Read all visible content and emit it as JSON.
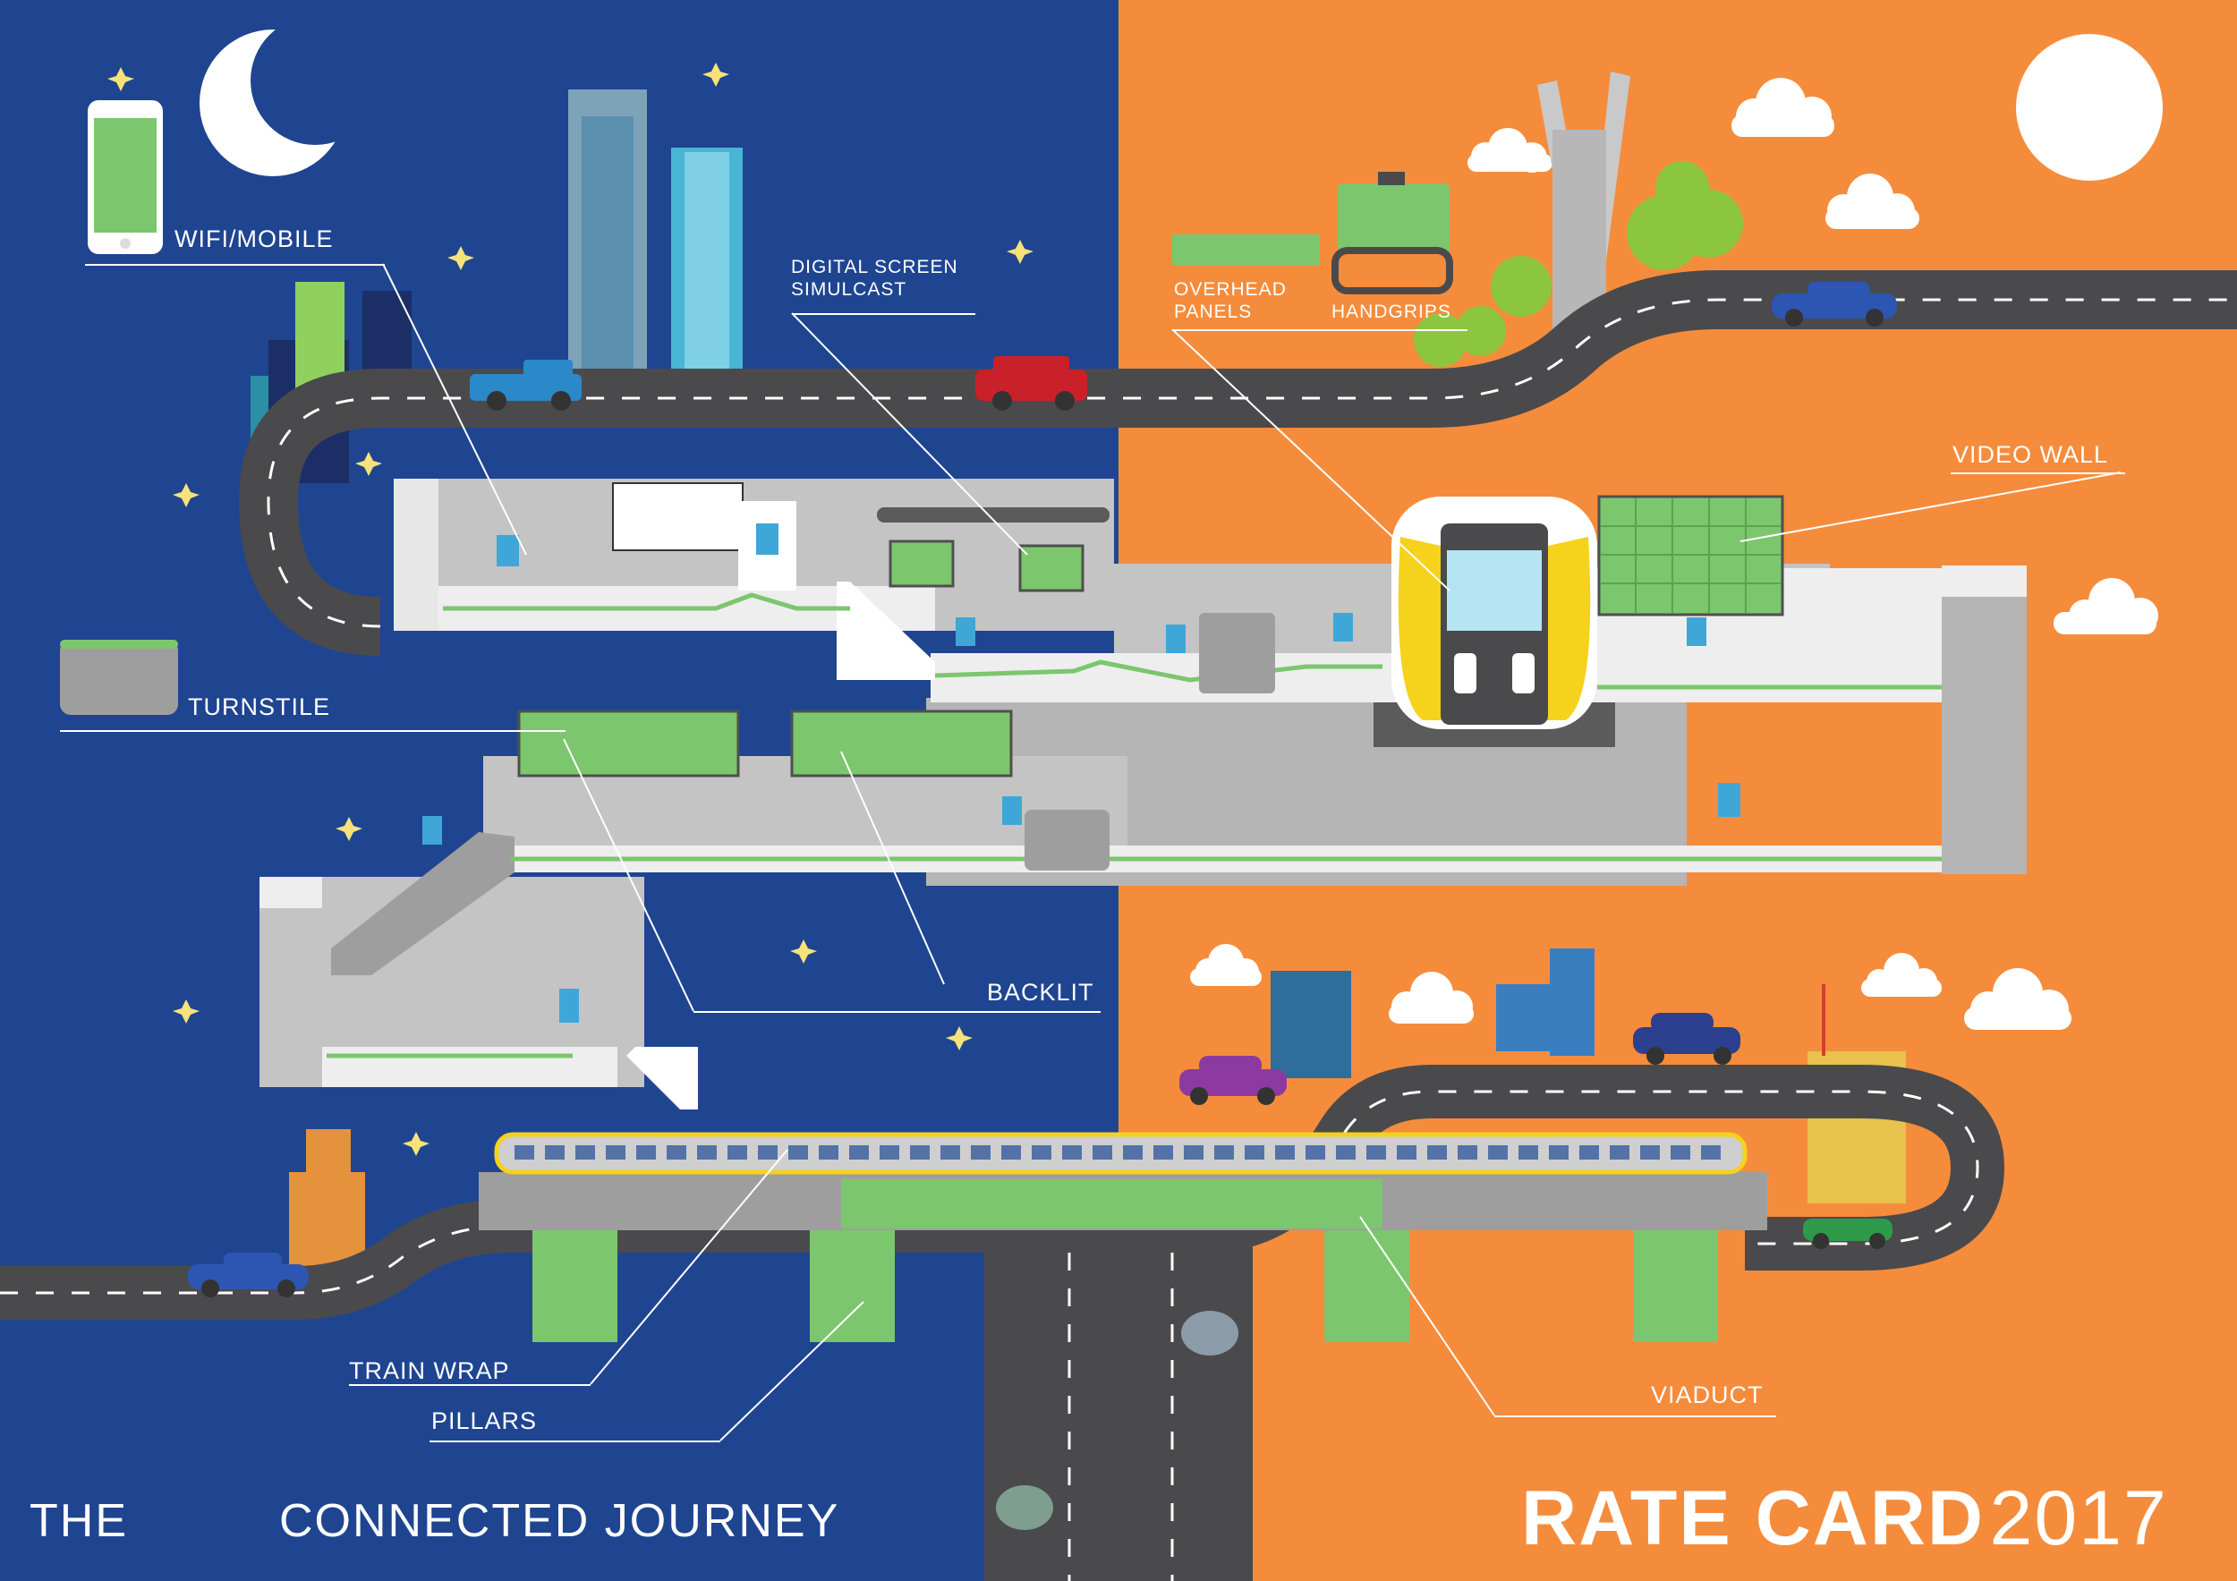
{
  "labels": {
    "wifi_mobile": "WIFI/MOBILE",
    "digital_screen_1": "DIGITAL SCREEN",
    "digital_screen_2": "SIMULCAST",
    "overhead_1": "OVERHEAD",
    "overhead_2": "PANELS",
    "handgrips": "HANDGRIPS",
    "video_wall": "VIDEO WALL",
    "turnstile": "TURNSTILE",
    "backlit": "BACKLIT",
    "train_wrap": "TRAIN WRAP",
    "pillars": "PILLARS",
    "viaduct": "VIADUCT"
  },
  "footer": {
    "the": "THE",
    "connected_journey": "CONNECTED JOURNEY",
    "rate_card": "RATE CARD",
    "year": "2017"
  },
  "colors": {
    "night_bg": "#1f4591",
    "day_bg": "#f58c3c",
    "road": "#4a4a4c",
    "station_gray": "#c4c4c4",
    "ad_green": "#7cc66e",
    "train_yellow": "#f5d21c",
    "text": "#ffffff"
  }
}
